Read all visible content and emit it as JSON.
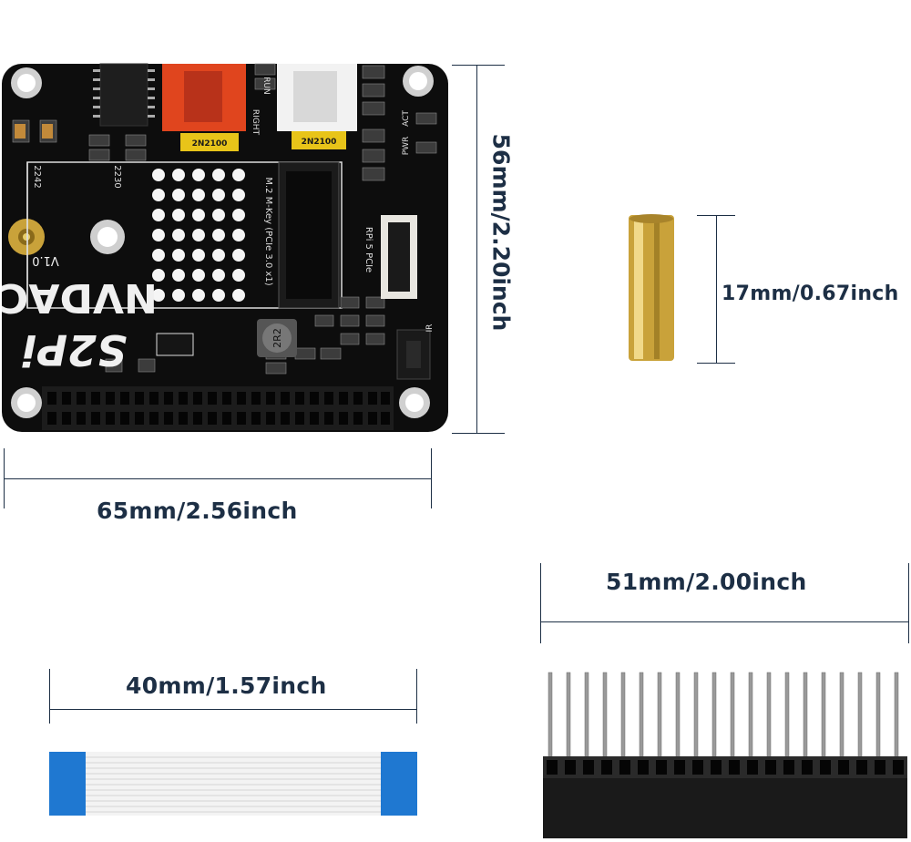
{
  "dimensions": {
    "board_height": "56mm/2.20inch",
    "board_width": "65mm/2.56inch",
    "standoff_length": "17mm/0.67inch",
    "header_width": "51mm/2.00inch",
    "cable_length": "40mm/1.57inch"
  },
  "board_silkscreen": {
    "product_name": "NVDAC",
    "version": "V1.0",
    "brand": "S2Pi",
    "m2_label": "M.2 M-Key (PCIe 3.0 x1)",
    "pcie_label": "RPi 5 PCIe",
    "size_2242": "2242",
    "size_2230": "2230",
    "right_channel": "RIGHT",
    "run_label": "RUN",
    "pwr_label": "PWR",
    "act_label": "ACT",
    "ir_label": "IR",
    "inductor_label": "2R2",
    "cap_label_1": "2N2100",
    "cap_label_2": "2N2100"
  },
  "colors": {
    "dimension_text": "#1d2f45",
    "board": "#0c0c0c",
    "rca_red": "#e0451e",
    "rca_white": "#f2f2f2",
    "gold": "#c9a23a",
    "cable_blue": "#1f78d1"
  }
}
